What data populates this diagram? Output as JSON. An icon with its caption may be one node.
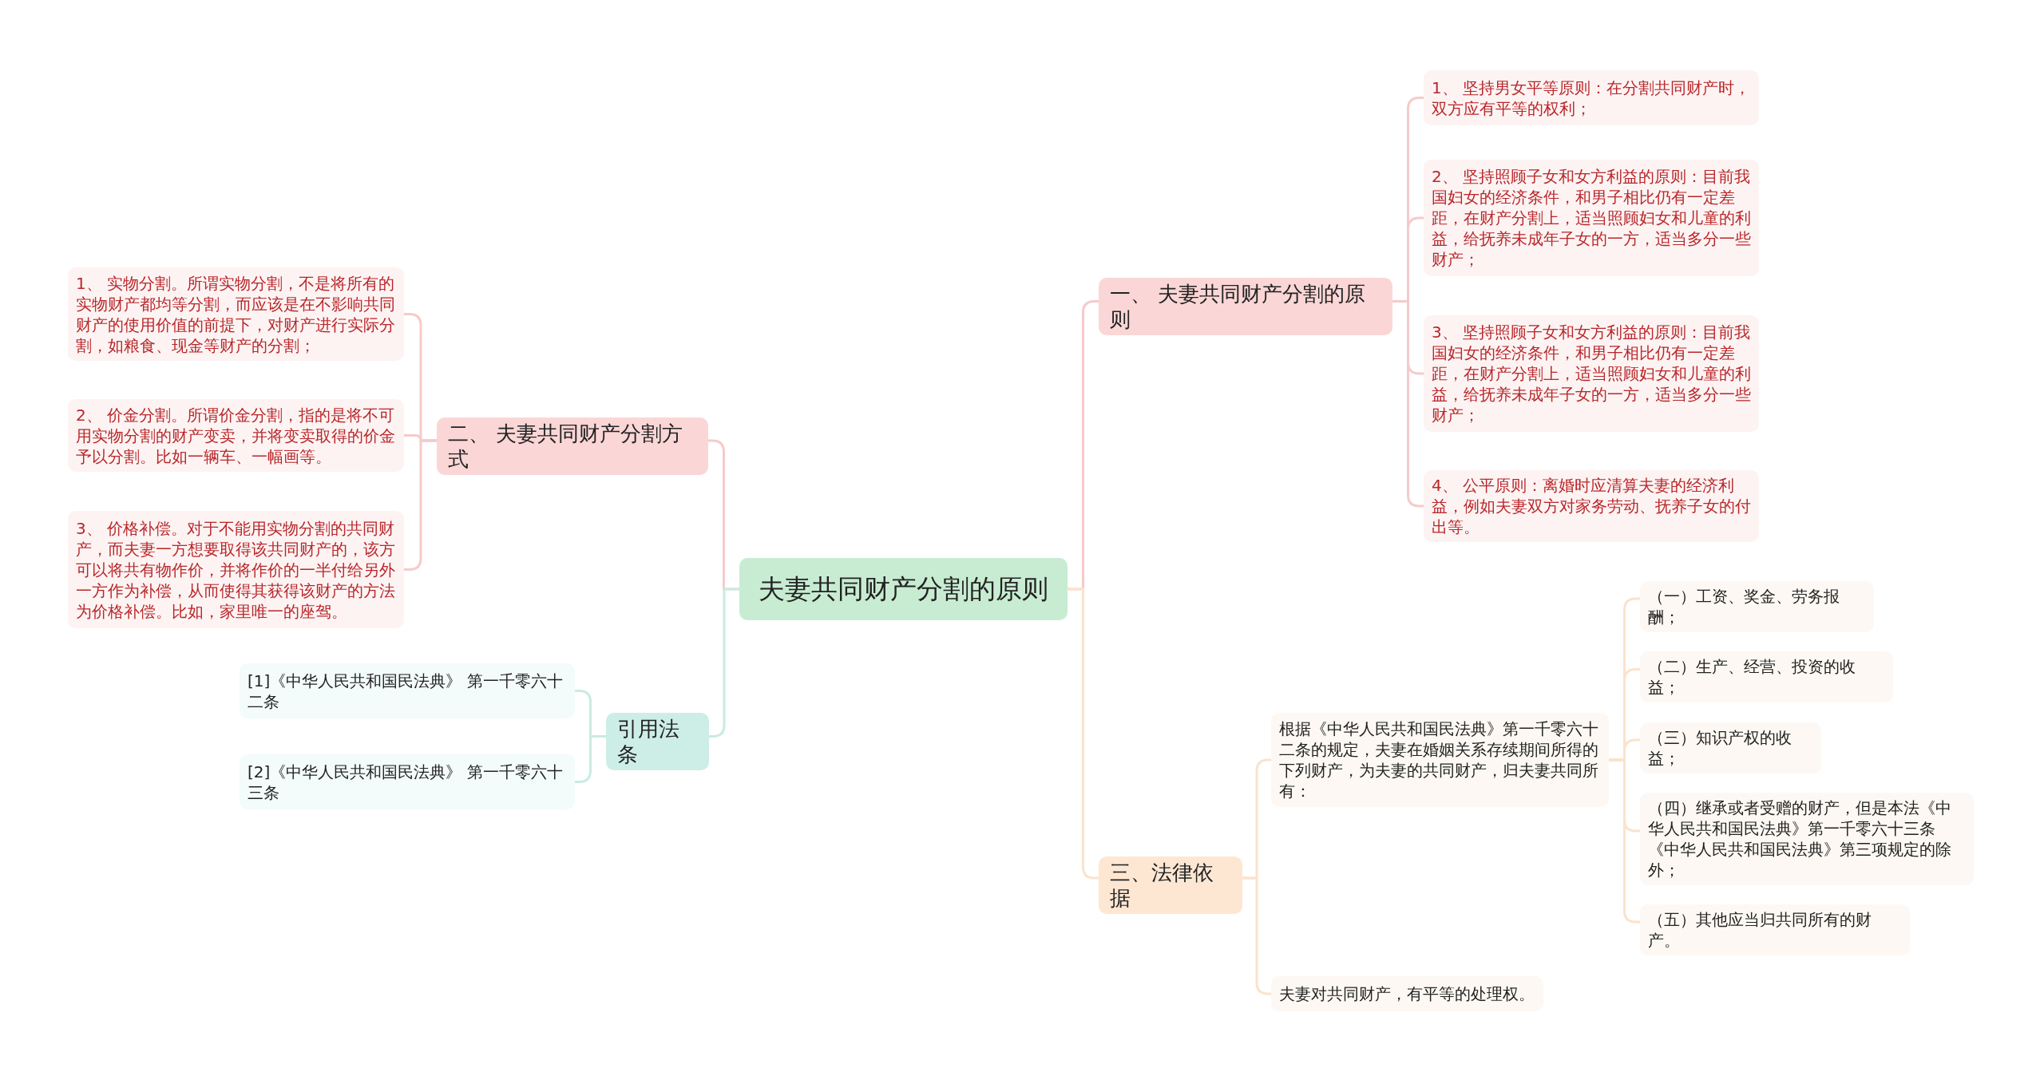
{
  "diagram": {
    "nodes": [
      {
        "text": [
          "夫妻共同财产分割的原则"
        ]
      },
      {
        "text": [
          "一、 夫妻共同财产分割的原则"
        ]
      },
      {
        "text": [
          "1、 坚持男女平等原则：在分割共同财产时，双方应有平等的权利；"
        ]
      },
      {
        "text": [
          "2、 坚持照顾子女和女方利益的原则：目前我国妇女的经济条件，和男子相比仍有一定差距，在财产分割上，适当照顾妇女和儿童的利益，给抚养未成年子女的一方，适当多分一些财产；"
        ]
      },
      {
        "text": [
          "3、 坚持照顾子女和女方利益的原则：目前我国妇女的经济条件，和男子相比仍有一定差距，在财产分割上，适当照顾妇女和儿童的利益，给抚养未成年子女的一方，适当多分一些财产；"
        ]
      },
      {
        "text": [
          "4、 公平原则：离婚时应清算夫妻的经济利益，例如夫妻双方对家务劳动、抚养子女的付出等。"
        ]
      },
      {
        "text": [
          "三、法律依据"
        ]
      },
      {
        "text": [
          "根据《中华人民共和国民法典》第一千零六十二条的规定，夫妻在婚姻关系存续期间所得的下列财产，为夫妻的共同财产，归夫妻共同所有："
        ]
      },
      {
        "text": [
          "（一）工资、奖金、劳务报酬；"
        ]
      },
      {
        "text": [
          "（二）生产、经营、投资的收益；"
        ]
      },
      {
        "text": [
          "（三）知识产权的收益；"
        ]
      },
      {
        "text": [
          "（四）继承或者受赠的财产，但是本法《中华人民共和国民法典》第一千零六十三条《中华人民共和国民法典》第三项规定的除外；"
        ]
      },
      {
        "text": [
          "（五）其他应当归共同所有的财产。"
        ]
      },
      {
        "text": [
          "夫妻对共同财产，有平等的处理权。"
        ]
      },
      {
        "text": [
          "二、 夫妻共同财产分割方式"
        ]
      },
      {
        "text": [
          "1、 实物分割。所谓实物分割，不是将所有的实物财产都均等分割，而应该是在不影响共同财产的使用价值的前提下，对财产进行实际分割，如粮食、现金等财产的分割；"
        ]
      },
      {
        "text": [
          "2、 价金分割。所谓价金分割，指的是将不可用实物分割的财产变卖，并将变卖取得的价金予以分割。比如一辆车、一幅画等。"
        ]
      },
      {
        "text": [
          "3、 价格补偿。对于不能用实物分割的共同财产，而夫妻一方想要取得该共同财产的，该方可以将共有物作价，并将作价的一半付给另外一方作为补偿，从而使得其获得该财产的方法为价格补偿。比如，家里唯一的座驾。"
        ]
      },
      {
        "text": [
          "引用法条"
        ]
      },
      {
        "text": [
          "[1]《中华人民共和国民法典》 第一千零六十二条"
        ]
      },
      {
        "text": [
          "[2]《中华人民共和国民法典》 第一千零六十三条"
        ]
      }
    ],
    "edges": [
      {
        "from": 0,
        "to": 1,
        "arrow": "none"
      },
      {
        "from": 1,
        "to": 2,
        "arrow": "none"
      },
      {
        "from": 1,
        "to": 3,
        "arrow": "none"
      },
      {
        "from": 1,
        "to": 4,
        "arrow": "none"
      },
      {
        "from": 1,
        "to": 5,
        "arrow": "none"
      },
      {
        "from": 0,
        "to": 6,
        "arrow": "none",
        "color": "#fae3cc"
      },
      {
        "from": 6,
        "to": 7,
        "arrow": "none",
        "color": "#fae3cc"
      },
      {
        "from": 7,
        "to": 8,
        "arrow": "none",
        "color": "#fae3cc"
      },
      {
        "from": 7,
        "to": 9,
        "arrow": "none",
        "color": "#fae3cc"
      },
      {
        "from": 7,
        "to": 10,
        "arrow": "none",
        "color": "#fae3cc"
      },
      {
        "from": 7,
        "to": 11,
        "arrow": "none",
        "color": "#fae3cc"
      },
      {
        "from": 7,
        "to": 12,
        "arrow": "none",
        "color": "#fae3cc"
      },
      {
        "from": 6,
        "to": 13,
        "arrow": "none",
        "color": "#fae3cc"
      },
      {
        "from": 0,
        "to": 14,
        "arrow": "none"
      },
      {
        "from": 14,
        "to": 15,
        "arrow": "none"
      },
      {
        "from": 14,
        "to": 16,
        "arrow": "none"
      },
      {
        "from": 14,
        "to": 17,
        "arrow": "none"
      },
      {
        "from": 0,
        "to": 18,
        "arrow": "none",
        "color": "#c8ebe3"
      },
      {
        "from": 18,
        "to": 19,
        "arrow": "none",
        "color": "#c8ebe3"
      },
      {
        "from": 18,
        "to": 20,
        "arrow": "none",
        "color": "#c8ebe3"
      }
    ]
  }
}
